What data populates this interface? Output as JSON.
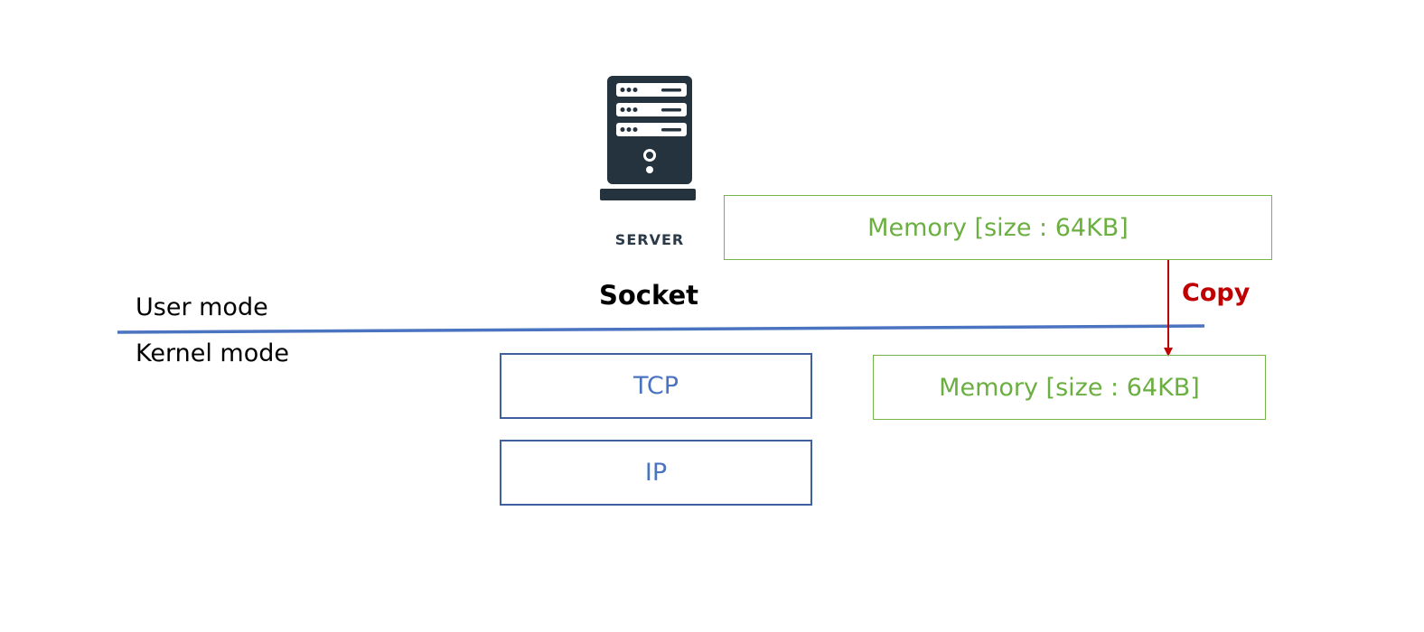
{
  "server": {
    "icon": "server-rack-icon",
    "caption": "SERVER"
  },
  "socket": {
    "label": "Socket"
  },
  "modes": {
    "user": "User mode",
    "kernel": "Kernel mode"
  },
  "stack": {
    "tcp": "TCP",
    "ip": "IP"
  },
  "memory": {
    "user": "Memory [size : 64KB]",
    "kernel": "Memory [size : 64KB]"
  },
  "copy": {
    "label": "Copy"
  },
  "colors": {
    "divider": "#4a73c0",
    "stack_border": "#3f5f9e",
    "stack_text": "#4a73c0",
    "memory": "#6aaf3f",
    "copy": "#c00000",
    "server": "#25333f"
  }
}
